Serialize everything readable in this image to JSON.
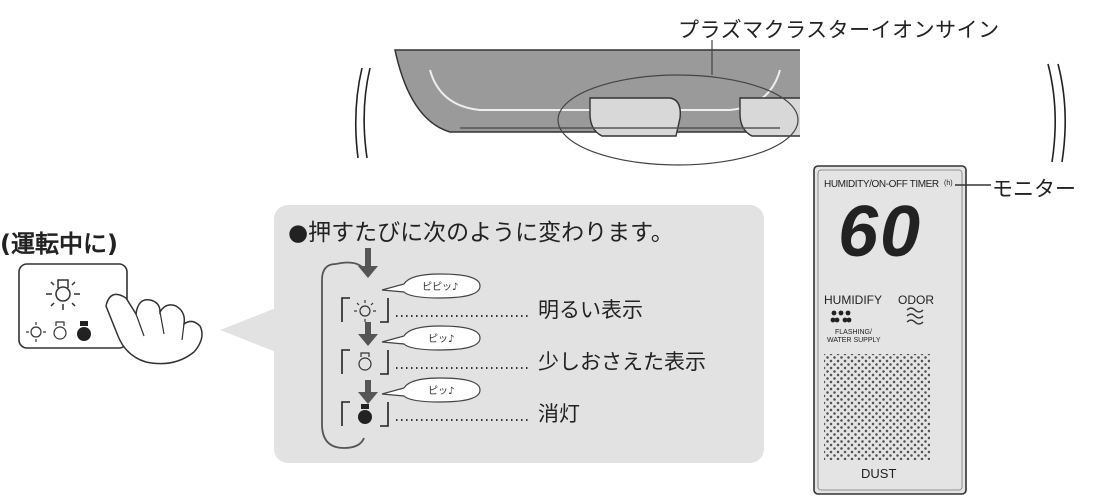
{
  "device": {
    "sign_label": "プラズマクラスターイオンサイン",
    "mode_label": "(運転中に)"
  },
  "instruction": {
    "intro": "●押すたびに次のように変わります。",
    "steps": [
      {
        "beep": "ピピッ♪",
        "brightness": "明るい表示",
        "icon": "sun-icon"
      },
      {
        "beep": "ピッ♪",
        "brightness": "少しおさえた表示",
        "icon": "dim-light-icon"
      },
      {
        "beep": "ピッ♪",
        "brightness": "消灯",
        "icon": "off-light-icon"
      }
    ]
  },
  "monitor": {
    "label": "モニター",
    "header": "HUMIDITY/ON-OFF TIMER",
    "header_unit": "(h)",
    "value": "60",
    "humidify_label": "HUMIDIFY",
    "odor_label": "ODOR",
    "flashing_label": "FLASHING/",
    "water_supply_label": "WATER SUPPLY",
    "dust_label": "DUST"
  }
}
